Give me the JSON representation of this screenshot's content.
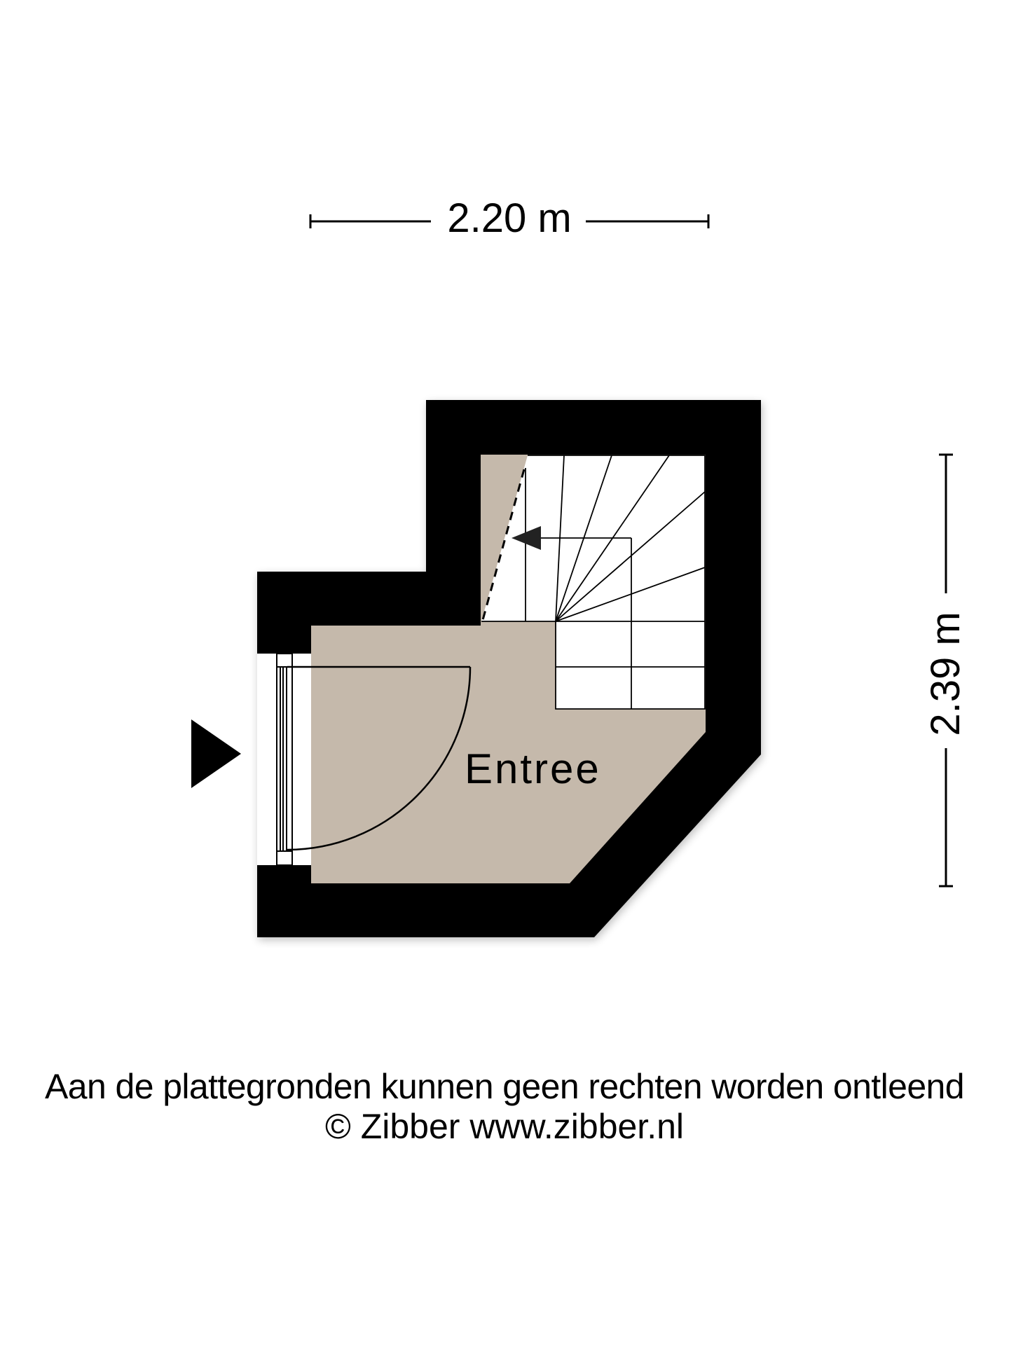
{
  "dimensions": {
    "width_label": "2.20 m",
    "height_label": "2.39 m"
  },
  "rooms": [
    {
      "label": "Entree"
    }
  ],
  "footer": {
    "disclaimer": "Aan de plattegronden kunnen geen rechten worden ontleend",
    "copyright": "© Zibber www.zibber.nl"
  },
  "colors": {
    "wall": "#000000",
    "floor": "#c5b9ab",
    "stairs": "#ffffff",
    "background": "#ffffff"
  },
  "icons": {
    "entrance": "entrance-arrow-icon",
    "stair_direction": "stair-direction-arrow-icon"
  }
}
